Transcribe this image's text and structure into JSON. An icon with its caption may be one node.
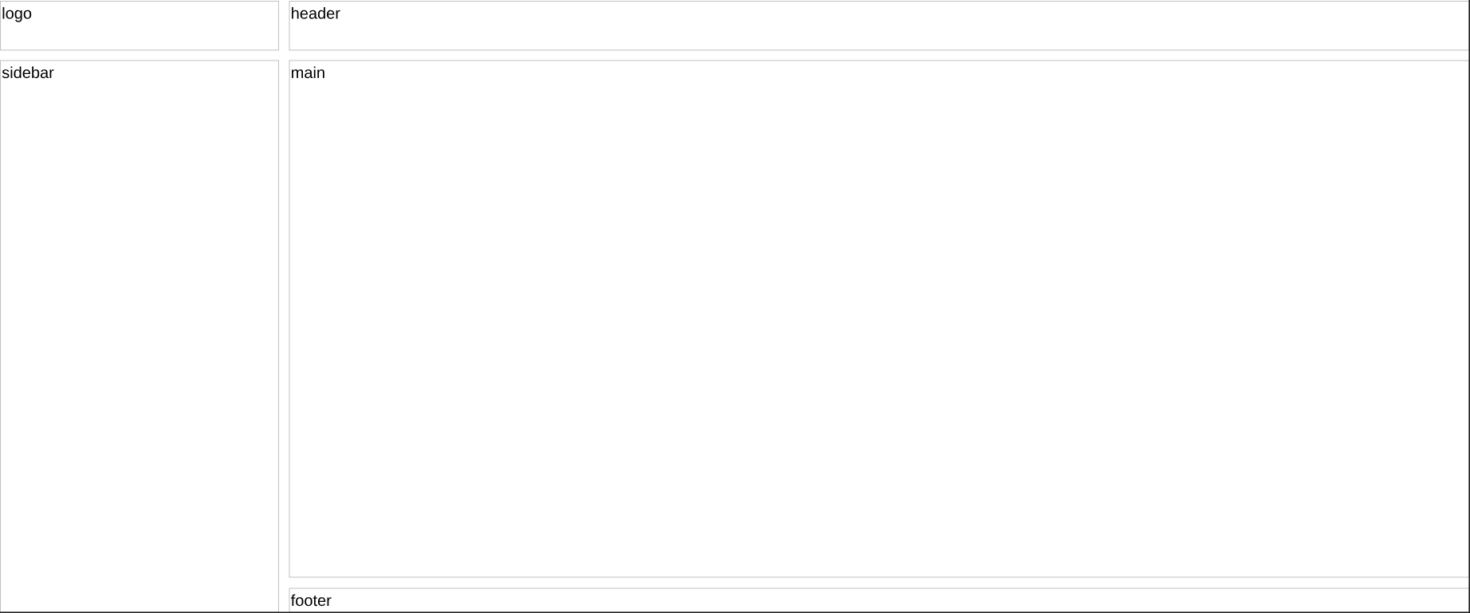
{
  "diagram": {
    "nodes": [
      {
        "text": [
          "logo"
        ]
      },
      {
        "text": [
          "header"
        ]
      },
      {
        "text": [
          "sidebar"
        ]
      },
      {
        "text": [
          "main"
        ]
      },
      {
        "text": [
          "footer"
        ]
      }
    ]
  }
}
